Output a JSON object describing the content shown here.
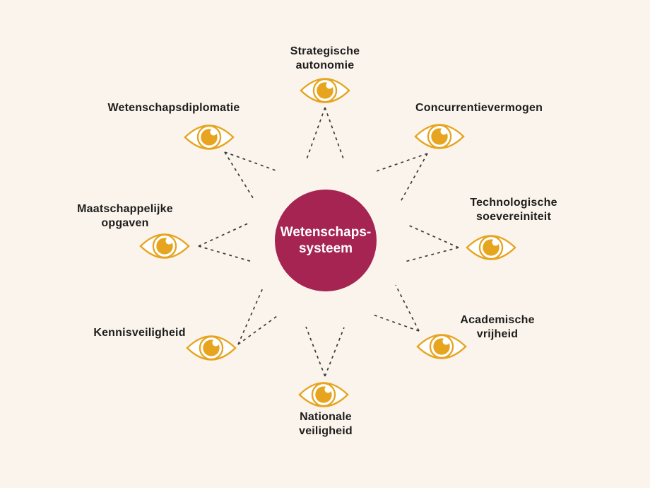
{
  "colors": {
    "background": "#faf4ec",
    "circle": "#a52452",
    "eye_gold": "#e7a41f",
    "text": "#1d1d1b",
    "line": "#3a3a38",
    "center_text": "#ffffff"
  },
  "center": {
    "line1": "Wetenschaps-",
    "line2": "systeem"
  },
  "nodes": [
    {
      "id": "strategische-autonomie",
      "label": "Strategische autonomie"
    },
    {
      "id": "concurrentievermogen",
      "label": "Concurrentievermogen"
    },
    {
      "id": "technologische-soevereiniteit",
      "label": "Technologische soevereiniteit"
    },
    {
      "id": "academische-vrijheid",
      "label": "Academische vrijheid"
    },
    {
      "id": "nationale-veiligheid",
      "label": "Nationale veiligheid"
    },
    {
      "id": "kennisveiligheid",
      "label": "Kennisveiligheid"
    },
    {
      "id": "maatschappelijke-opgaven",
      "label": "Maatschappelijke opgaven"
    },
    {
      "id": "wetenschapsdiplomatie",
      "label": "Wetenschapsdiplomatie"
    }
  ],
  "icons": {
    "eye": "eye-icon"
  }
}
